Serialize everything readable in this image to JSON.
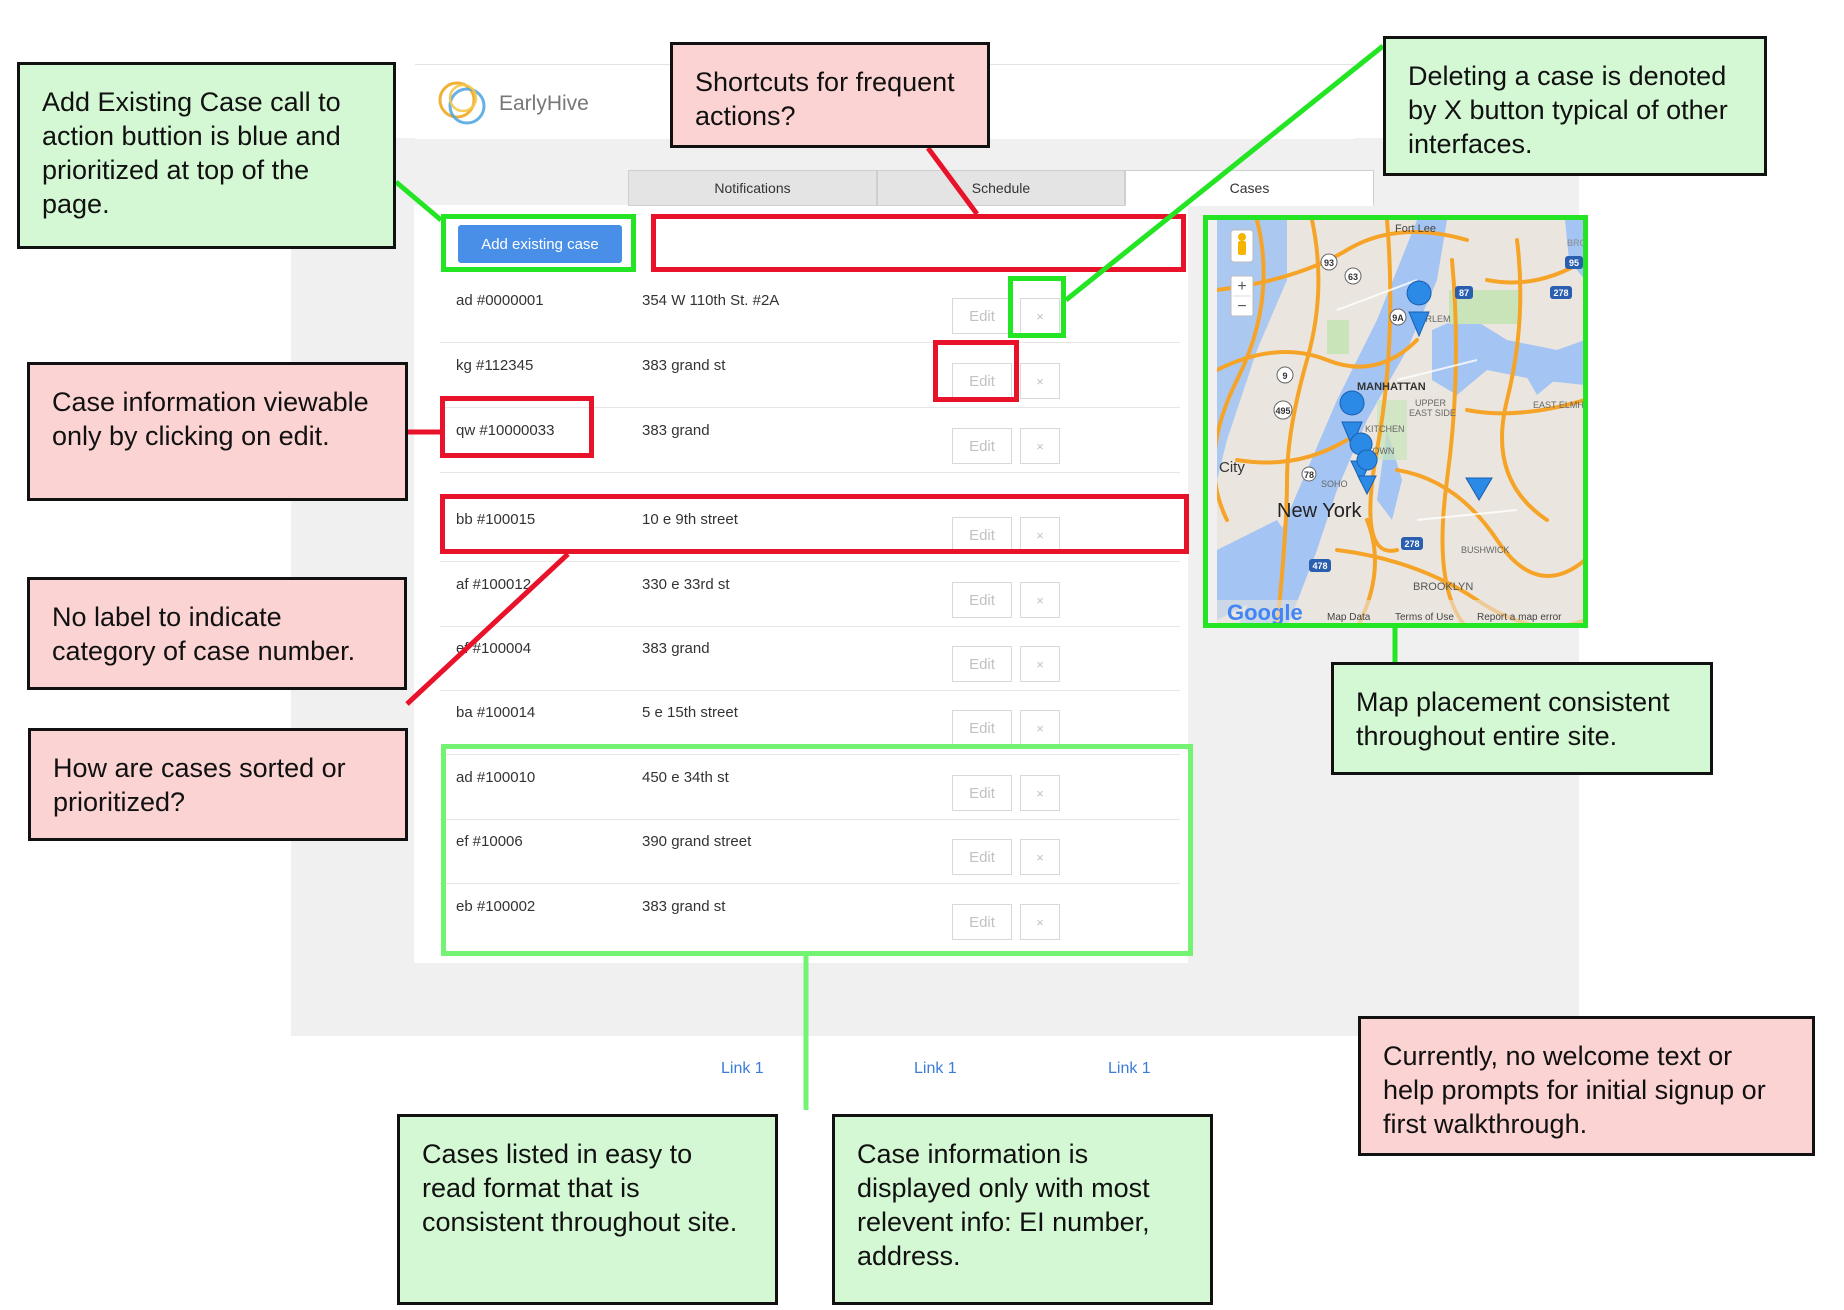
{
  "app": {
    "logo_text": "EarlyHive"
  },
  "tabs": [
    {
      "label": "Notifications"
    },
    {
      "label": "Schedule"
    },
    {
      "label": "Cases"
    }
  ],
  "add_button_label": "Add existing case",
  "cases": [
    {
      "id": "ad #0000001",
      "address": "354 W 110th St. #2A"
    },
    {
      "id": "kg #112345",
      "address": "383 grand st"
    },
    {
      "id": "qw #10000033",
      "address": "383 grand"
    },
    {
      "id": "bb #100015",
      "address": "10 e 9th street"
    },
    {
      "id": "af #100012",
      "address": "330 e 33rd st"
    },
    {
      "id": "ef #100004",
      "address": "383 grand"
    },
    {
      "id": "ba #100014",
      "address": "5 e 15th street"
    },
    {
      "id": "ad #100010",
      "address": "450 e 34th st"
    },
    {
      "id": "ef #10006",
      "address": "390 grand street"
    },
    {
      "id": "eb #100002",
      "address": "383 grand st"
    }
  ],
  "row_buttons": {
    "edit": "Edit",
    "delete": "×"
  },
  "map": {
    "labels": {
      "fort_lee": "Fort Lee",
      "harlem": "HARLEM",
      "manhattan": "MANHATTAN",
      "upper": "UPPER",
      "east_side": "EAST SIDE",
      "east_elmh": "EAST ELMH",
      "kitchen": "KITCHEN",
      "town": "TOWN",
      "soho": "SOHO",
      "city": "City",
      "new_york": "New York",
      "bushwick": "BUSHWICK",
      "brooklyn": "BROOKLYN",
      "bro": "BRO",
      "shield_95": "95",
      "shield_87": "87",
      "shield_278": "278",
      "shield_278b": "278",
      "shield_93": "93",
      "shield_63": "63",
      "shield_9": "9",
      "shield_495": "495",
      "shield_478": "478",
      "shield_78": "78",
      "shield_9a": "9A"
    },
    "zoom_in": "+",
    "zoom_out": "−",
    "google_logo": "Google",
    "footer": {
      "map_data": "Map Data",
      "terms": "Terms of Use",
      "report": "Report a map error"
    },
    "colors": {
      "water": "#a4c4f3",
      "land": "#eae6df",
      "roads": "#f6a428",
      "pin": "#2a8ae6"
    }
  },
  "footer_links": [
    "Link 1",
    "Link 1",
    "Link 1"
  ],
  "callouts": {
    "add_existing": "Add Existing Case call to action buttion is blue and prioritized at top of the page.",
    "shortcuts": "Shortcuts for frequent actions?",
    "deleting": "Deleting a case is denoted by X button typical of other interfaces.",
    "case_info_edit": "Case information viewable only by clicking on edit.",
    "no_label": "No label to indicate category of case number.",
    "sorted": "How are cases sorted or prioritized?",
    "map_placement": "Map placement consistent throughout entire site.",
    "welcome": "Currently, no welcome text or help prompts for initial signup or first walkthrough.",
    "listed": "Cases listed in easy to read format that is consistent throughout site.",
    "displayed": "Case information is displayed only with most relevent info: EI number, address."
  },
  "colors": {
    "button_blue": "#4a8fe7",
    "highlight_red": "#e8122b",
    "highlight_green": "#23e523",
    "callout_pink": "#fcd3d3",
    "callout_mint": "#d4f8d3",
    "link_blue": "#3b7cd6"
  }
}
